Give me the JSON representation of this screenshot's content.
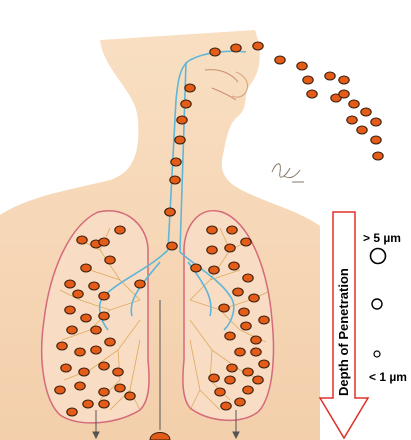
{
  "colors": {
    "skin": "#f7d8b8",
    "skin_shadow": "#efc9a6",
    "lung_outline": "#d46a7a",
    "airway": "#5fb6d6",
    "bronchiole": "#d9a24a",
    "particle_fill": "#e35d18",
    "particle_stroke": "#3a1d0c",
    "arrow_outline": "#e0302a",
    "axis_text": "#000000"
  },
  "icons": [
    "signature-icon",
    "chevron-down-arrow-icon",
    "size-circle-icon"
  ],
  "labels": {
    "depth_axis": "Depth of Penetration",
    "size_large": "> 5 µm",
    "size_small": "< 1 µm"
  }
}
